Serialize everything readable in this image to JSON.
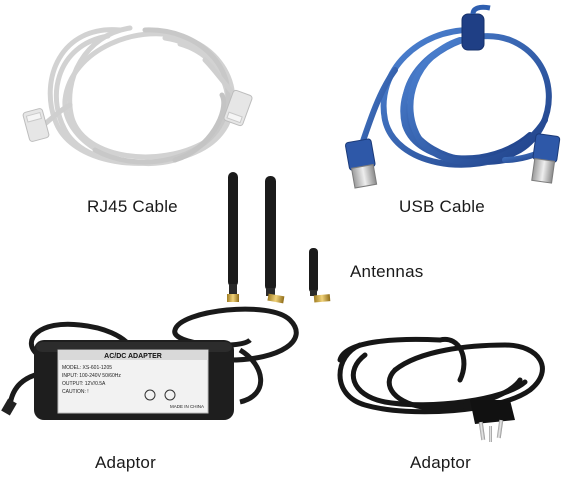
{
  "products": {
    "rj45": {
      "label": "RJ45 Cable"
    },
    "usb": {
      "label": "USB Cable"
    },
    "antennas": {
      "label": "Antennas"
    },
    "adapter_brick": {
      "label": "Adaptor",
      "sticker_title": "AC/DC ADAPTER",
      "sticker_model": "MODEL: XS-601-1205",
      "sticker_input": "INPUT: 100-240V 50/60Hz",
      "sticker_output": "OUTPUT: 12V/0.5A",
      "sticker_caution": "CAUTION: !",
      "sticker_made": "MADE IN CHINA"
    },
    "adapter_plug": {
      "label": "Adaptor"
    }
  },
  "colors": {
    "rj45_cable": "#d9d9d9",
    "usb_cable": "#2f5fb0",
    "antenna": "#1b1b1b",
    "connector_gold": "#c9a23c",
    "adapter_body": "#1e1e1e",
    "sticker": "#f2f2f2"
  }
}
